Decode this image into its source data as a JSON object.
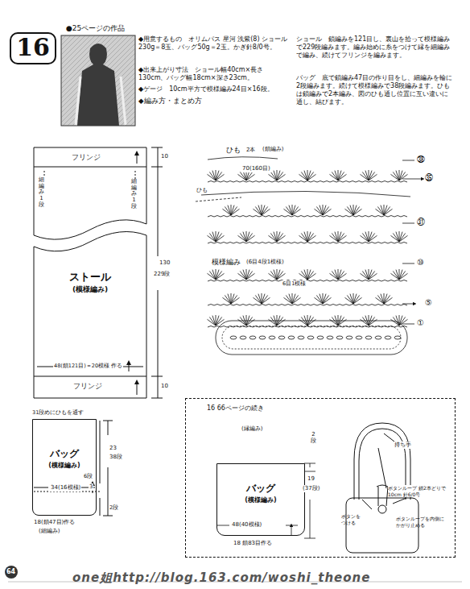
{
  "diagram": {
    "nodes": [
      {
        "text": [
          "16"
        ]
      },
      {
        "text": [
          "ストール",
          "(模様編み)"
        ]
      },
      {
        "text": [
          "バッグ",
          "(模様編み)"
        ]
      },
      {
        "text": [
          "16 66ページの続き"
        ]
      },
      {
        "text": [
          "バッグ",
          "(模様編み)"
        ],
        "in": 3
      }
    ],
    "edges": [],
    "labels": [
      "●25ページの作品",
      "◆用意するもの　オリムパス 星河 浅紫(8) ショール230g＝8玉、バッグ50g＝2玉。かぎ針8/0号。",
      "◆出来上がり寸法　ショール幅40cm×長さ130cm、バッグ幅18cm×深さ23cm。",
      "◆ゲージ　10cm平方で模様編み24目×16段。",
      "◆編み方・まとめ方",
      "ショール　鎖編みを121目し、裏山を拾って模様編みで229段編みます。編み始めに糸をつけて縁を細編みで編み、続けてフリンジを編みます。",
      "バッグ　底で鎖編み47目の作り目をし、細編みを輪に2段編みます。続けて模様編みで38段編みます。ひもは鎖編みで2本編み、図のひも通し位置に互い違いに通し、結びます。",
      "フリンジ",
      "10",
      "細編み1段",
      "細編み1段",
      "130",
      "229段",
      "48(鎖121目)＝20模様 作る",
      "フリンジ",
      "10",
      "31段めにひもを通す",
      "23",
      "38段",
      "3",
      "6段",
      "34(16模様)",
      "18(鎖47目)作る",
      "(細編み)",
      "2段",
      "ひも",
      "2本",
      "(鎖編み)",
      "70(160目)",
      "ひも",
      "模様編み",
      "(6目4段1模様)",
      "6目1模様",
      "㊳",
      "㉟",
      "㉛",
      "⑩",
      "⑤",
      "①",
      "(縁編み)",
      "2段",
      "48(40模様)",
      "18 鎖83目作る",
      "19",
      "(37段)",
      "持ち手",
      "ボタンループ 鎖2本どりで10cm 針6/0号",
      "ボタンを つける",
      "ボタンループを内側にかがり止める",
      "64",
      "one姐http://blog.163.com/woshi_theone"
    ]
  }
}
